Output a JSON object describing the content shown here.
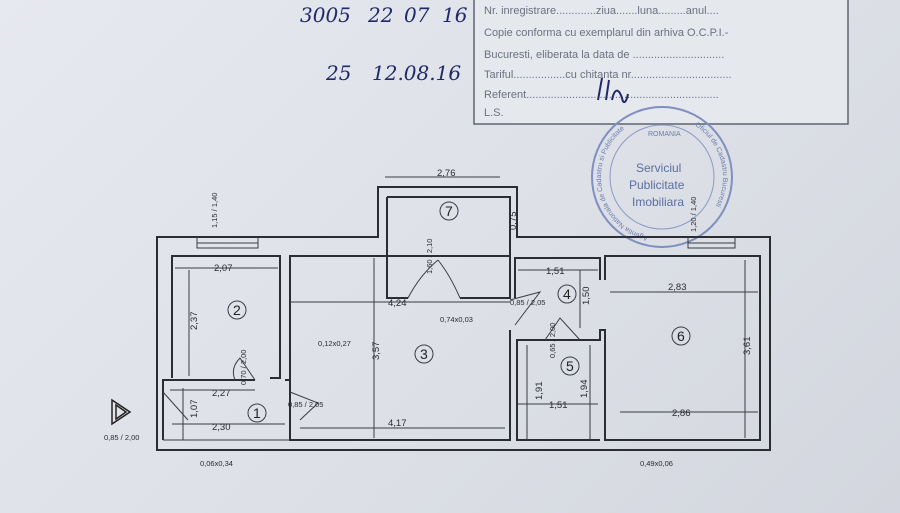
{
  "stamp": {
    "lines": [
      "Nr. inregistrare.............ziua.......luna.........anul....",
      "Copie conforma cu exemplarul din arhiva O.C.P.I.-",
      "Bucuresti, eliberata la data de ..............................",
      "Tariful.................cu chitanta nr.................................",
      "Referent...............................................................",
      "L.S."
    ],
    "handwritten": {
      "reg_number": "3005",
      "day": "22",
      "month": "07",
      "year": "16",
      "date": "12.08.16",
      "fee": "25"
    }
  },
  "seal": {
    "top": "ROMANIA",
    "center": [
      "Serviciul",
      "Publicitate",
      "Imobiliara"
    ],
    "ring_left": "Agentia Nationala de Cadastru si Publicitate",
    "ring_right": "Oficiul de Cadastru Bucuresti"
  },
  "plan": {
    "rooms": [
      "1",
      "2",
      "3",
      "4",
      "5",
      "6",
      "7"
    ],
    "dimensions": {
      "balcony_width": "2,76",
      "balcony_depth": "0,75",
      "window_left": "1,15 / 1,40",
      "window_right": "1,20 / 1,40",
      "balcony_door": "1,60 / 2,10",
      "r2_width": "2,07",
      "r2_height": "2,37",
      "r2_door": "0,70 / 2,00",
      "r3_width_top": "4,24",
      "r3_width_bottom": "4,17",
      "r3_height": "3,57",
      "r3_niche": "0,12x0,27",
      "r3_niche2": "0,74x0,03",
      "r1_width_top": "2,27",
      "r1_width_bottom": "2,30",
      "r1_height": "1,07",
      "r1_door": "0,85 / 2,05",
      "entry_door": "0,85 / 2,00",
      "r4_width": "1,51",
      "r4_height": "1,50",
      "r4_door": "0,85 / 2,05",
      "r5_door": "0,65 / 2,00",
      "r5_width": "1,51",
      "r5_height_left": "1,91",
      "r5_height_right": "1,94",
      "r6_width_top": "2,83",
      "r6_width_bottom": "2,86",
      "r6_height": "3,61",
      "niche_bottom_left": "0,06x0,34",
      "niche_bottom_right": "0,49x0,06"
    }
  }
}
